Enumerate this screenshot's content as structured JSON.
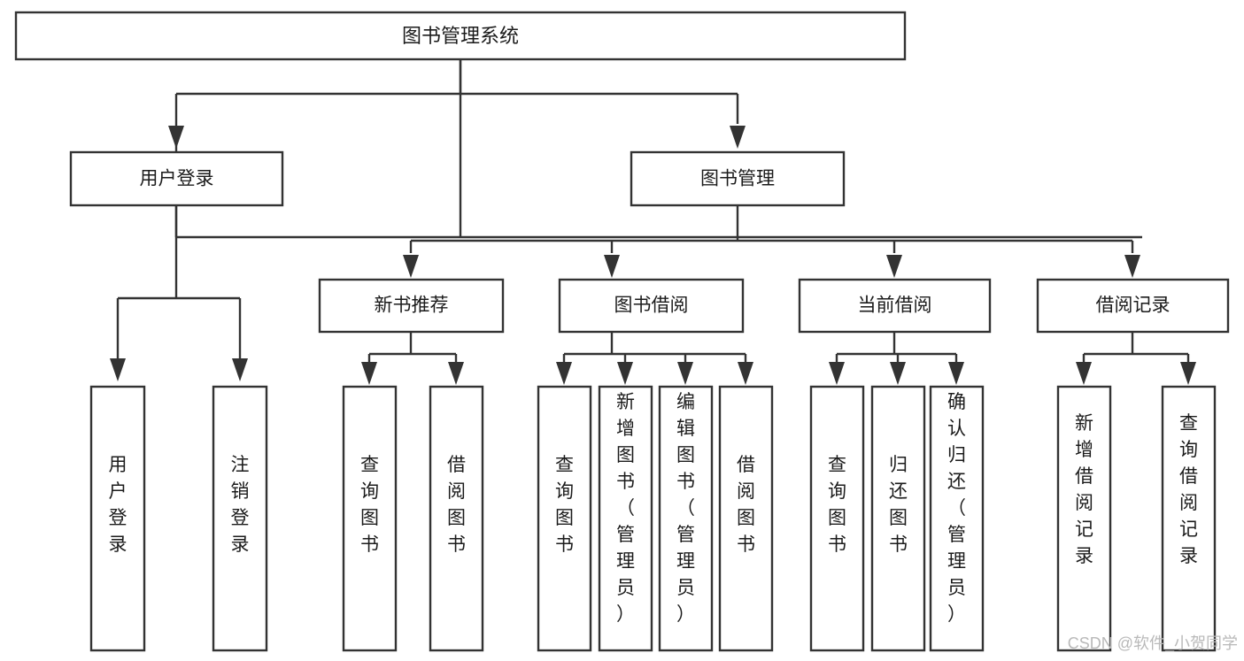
{
  "diagram": {
    "type": "tree-hierarchy-diagram",
    "title": "图书管理系统",
    "orientation": "top-down",
    "colors": {
      "box_fill": "#ffffff",
      "box_stroke": "#333333",
      "text": "#1b1b1b",
      "background": "#ffffff",
      "watermark": "#b9b9b9"
    }
  },
  "root": {
    "label": "图书管理系统"
  },
  "level2": [
    {
      "label": "用户登录"
    },
    {
      "label": "图书管理"
    }
  ],
  "level3": [
    {
      "label": "新书推荐"
    },
    {
      "label": "图书借阅"
    },
    {
      "label": "当前借阅"
    },
    {
      "label": "借阅记录"
    }
  ],
  "leaves": {
    "user_login": [
      {
        "label": "用户登录"
      },
      {
        "label": "注销登录"
      }
    ],
    "new_book_recommend": [
      {
        "label": "查询图书"
      },
      {
        "label": "借阅图书"
      }
    ],
    "book_borrow": [
      {
        "label": "查询图书"
      },
      {
        "label": "新增图书（管理员）"
      },
      {
        "label": "编辑图书（管理员）"
      },
      {
        "label": "借阅图书"
      }
    ],
    "current_borrow": [
      {
        "label": "查询图书"
      },
      {
        "label": "归还图书"
      },
      {
        "label": "确认归还（管理员）"
      }
    ],
    "borrow_record": [
      {
        "label": "新增借阅记录"
      },
      {
        "label": "查询借阅记录"
      }
    ]
  },
  "watermark": {
    "text": "CSDN @软件_小贺同学"
  }
}
